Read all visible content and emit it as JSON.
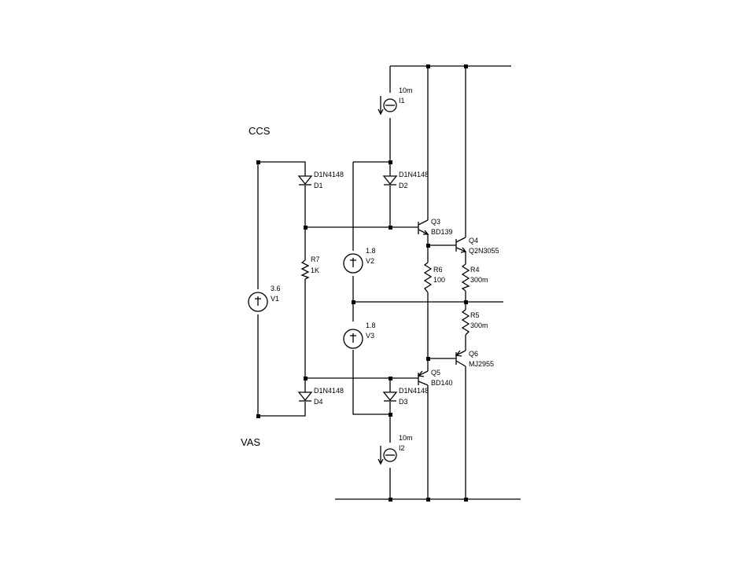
{
  "nets": {
    "top": "CCS",
    "bottom": "VAS"
  },
  "components": {
    "D1": {
      "model": "D1N4148",
      "ref": "D1"
    },
    "D2": {
      "model": "D1N4148",
      "ref": "D2"
    },
    "D3": {
      "model": "D1N4148",
      "ref": "D3"
    },
    "D4": {
      "model": "D1N4148",
      "ref": "D4"
    },
    "I1": {
      "value": "10m",
      "ref": "I1"
    },
    "I2": {
      "value": "10m",
      "ref": "I2"
    },
    "V1": {
      "value": "3.6",
      "ref": "V1"
    },
    "V2": {
      "value": "1.8",
      "ref": "V2"
    },
    "V3": {
      "value": "1.8",
      "ref": "V3"
    },
    "R7": {
      "ref": "R7",
      "value": "1K"
    },
    "R6": {
      "ref": "R6",
      "value": "100"
    },
    "R4": {
      "ref": "R4",
      "value": "300m"
    },
    "R5": {
      "ref": "R5",
      "value": "300m"
    },
    "Q3": {
      "ref": "Q3",
      "model": "BD139"
    },
    "Q4": {
      "ref": "Q4",
      "model": "Q2N3055"
    },
    "Q5": {
      "ref": "Q5",
      "model": "BD140"
    },
    "Q6": {
      "ref": "Q6",
      "model": "MJ2955"
    }
  }
}
